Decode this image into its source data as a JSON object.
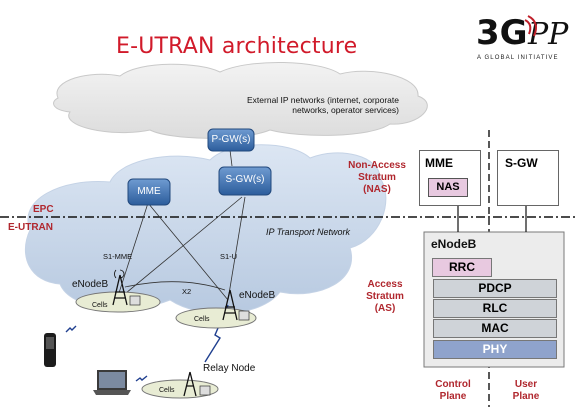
{
  "title": "E-UTRAN architecture",
  "logo": {
    "main": "3GPP",
    "tagline": "A GLOBAL INITIATIVE"
  },
  "cloud_external": "External IP networks (internet, corporate networks, operator services)",
  "nodes": {
    "pgw": "P-GW(s)",
    "sgw": "S-GW(s)",
    "mme": "MME",
    "enodeb_left": "eNodeB",
    "enodeb_right": "eNodeB",
    "relay": "Relay Node"
  },
  "labels": {
    "epc": "EPC",
    "eutran": "E-UTRAN",
    "ip_transport": "IP Transport Network",
    "s1_mme": "S1-MME",
    "s1_u": "S1-U",
    "x2": "X2",
    "cells": "Cells"
  },
  "stack": {
    "nas_section": "Non-Access Stratum (NAS)",
    "as_section": "Access Stratum (AS)",
    "mme": "MME",
    "sgw": "S-GW",
    "nas": "NAS",
    "enodeb": "eNodeB",
    "layers": [
      "RRC",
      "PDCP",
      "RLC",
      "MAC",
      "PHY"
    ],
    "control_plane": "Control Plane",
    "user_plane": "User Plane"
  }
}
